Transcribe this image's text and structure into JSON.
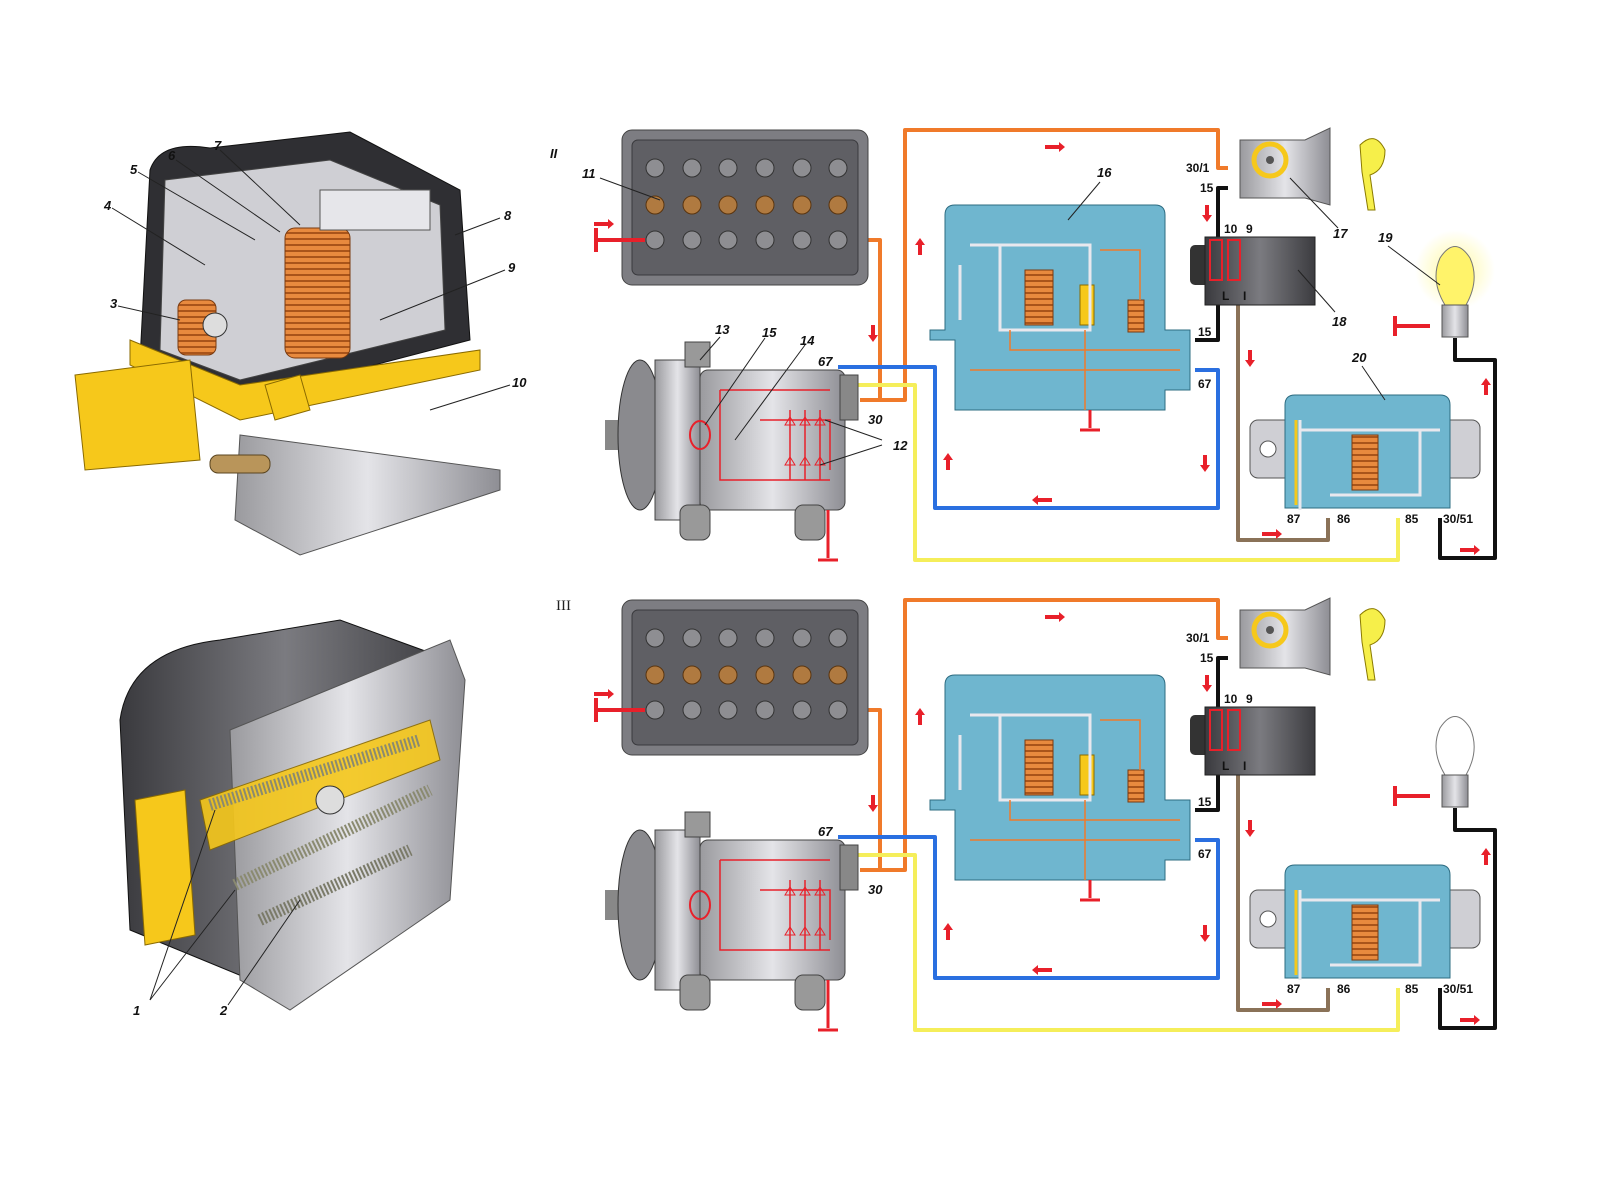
{
  "figure_labels": {
    "scheme_2": "II",
    "scheme_3": "III"
  },
  "regulator_callouts": [
    "1",
    "1",
    "2",
    "3",
    "4",
    "5",
    "6",
    "7",
    "8",
    "9",
    "10"
  ],
  "scheme_callouts": {
    "battery": "11",
    "diodes": "12",
    "alternator": "13",
    "rotor_winding": "14",
    "stator": "15",
    "regulator": "16",
    "ignition_switch": "17",
    "connector": "18",
    "warning_lamp": "19",
    "relay": "20"
  },
  "terminals": {
    "switch_30_1": "30/1",
    "switch_15": "15",
    "connector_10": "10",
    "connector_9": "9",
    "connector_L": "L",
    "connector_I": "I",
    "regulator_15": "15",
    "regulator_67": "67",
    "alternator_67": "67",
    "alternator_30": "30",
    "relay_87": "87",
    "relay_86": "86",
    "relay_85": "85",
    "relay_30_51": "30/51"
  },
  "colors": {
    "battery_wire": "#f07a2a",
    "field_wire": "#2a6fe0",
    "lamp_wire": "#f5ee5a",
    "ignition_wire": "#111111",
    "relay_wire": "#8a7258",
    "regulator_body": "#6fb6cf",
    "arrow": "#e8202a",
    "ground": "#e8202a"
  },
  "lamp_states": {
    "scheme_2": "on",
    "scheme_3": "off"
  }
}
